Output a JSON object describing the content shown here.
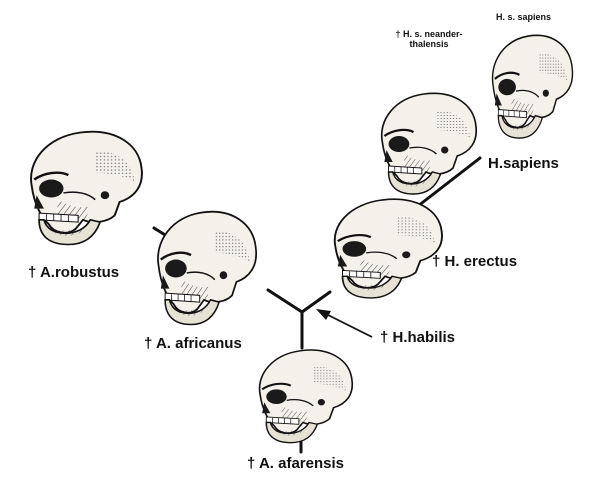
{
  "labels": {
    "a_robustus": "† A.robustus",
    "a_africanus": "† A. africanus",
    "a_afarensis": "† A. afarensis",
    "h_habilis": "† H.habilis",
    "h_erectus": "† H. erectus",
    "h_sapiens": "H.sapiens",
    "h_s_sapiens": "H. s. sapiens",
    "h_s_neanderthalensis_1": "† H. s. neander-",
    "h_s_neanderthalensis_2": "thalensis"
  },
  "colors": {
    "ink": "#111111",
    "bone": "#f3f1ea",
    "shade": "#bdb8ab",
    "background": "#ffffff"
  }
}
